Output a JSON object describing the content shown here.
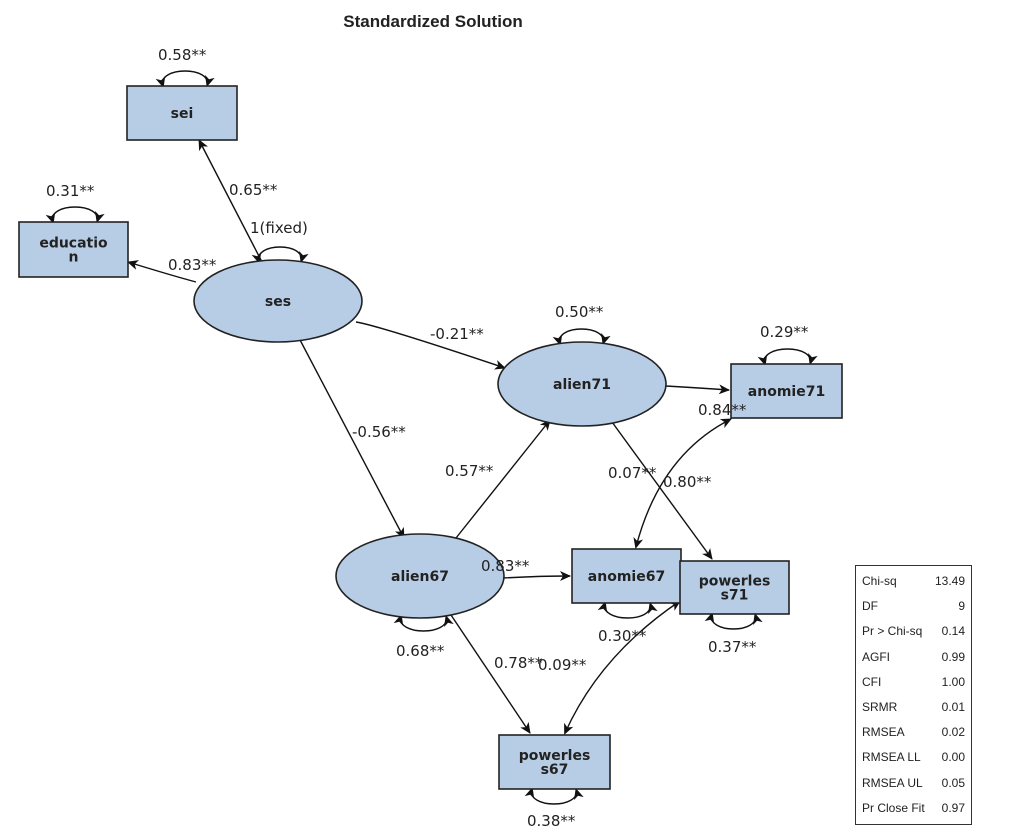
{
  "title": "Standardized Solution",
  "nodes": [
    {
      "id": "sei",
      "label": [
        "sei"
      ],
      "shape": "rect",
      "variance": "0.58**"
    },
    {
      "id": "education",
      "label": [
        "educatio",
        "n"
      ],
      "shape": "rect",
      "variance": "0.31**"
    },
    {
      "id": "ses",
      "label": [
        "ses"
      ],
      "shape": "ellipse",
      "variance": "1(fixed)"
    },
    {
      "id": "alien71",
      "label": [
        "alien71"
      ],
      "shape": "ellipse",
      "variance": "0.50**"
    },
    {
      "id": "anomie71",
      "label": [
        "anomie71"
      ],
      "shape": "rect",
      "variance": "0.29**"
    },
    {
      "id": "alien67",
      "label": [
        "alien67"
      ],
      "shape": "ellipse",
      "variance": "0.68**"
    },
    {
      "id": "anomie67",
      "label": [
        "anomie67"
      ],
      "shape": "rect",
      "variance": "0.30**"
    },
    {
      "id": "powerless71",
      "label": [
        "powerles",
        "s71"
      ],
      "shape": "rect",
      "variance": "0.37**"
    },
    {
      "id": "powerless67",
      "label": [
        "powerles",
        "s67"
      ],
      "shape": "rect",
      "variance": "0.38**"
    }
  ],
  "paths": [
    {
      "from": "ses",
      "to": "sei",
      "value": "0.65**",
      "type": "directed"
    },
    {
      "from": "ses",
      "to": "education",
      "value": "0.83**",
      "type": "directed"
    },
    {
      "from": "ses",
      "to": "alien71",
      "value": "-0.21**",
      "type": "directed"
    },
    {
      "from": "ses",
      "to": "alien67",
      "value": "-0.56**",
      "type": "directed"
    },
    {
      "from": "alien67",
      "to": "alien71",
      "value": "0.57**",
      "type": "directed"
    },
    {
      "from": "alien71",
      "to": "anomie71",
      "value": "0.84**",
      "type": "directed"
    },
    {
      "from": "alien71",
      "to": "powerless71",
      "value": "0.80**",
      "type": "directed"
    },
    {
      "from": "alien67",
      "to": "anomie67",
      "value": "0.83**",
      "type": "directed"
    },
    {
      "from": "alien67",
      "to": "powerless67",
      "value": "0.78**",
      "type": "directed"
    },
    {
      "from": "anomie67",
      "to": "anomie71",
      "value": "0.07**",
      "type": "covariance"
    },
    {
      "from": "powerless67",
      "to": "powerless71",
      "value": "0.09**",
      "type": "covariance"
    }
  ],
  "fit_statistics": [
    {
      "label": "Chi-sq",
      "value": "13.49"
    },
    {
      "label": "DF",
      "value": "9"
    },
    {
      "label": "Pr > Chi-sq",
      "value": "0.14"
    },
    {
      "label": "AGFI",
      "value": "0.99"
    },
    {
      "label": "CFI",
      "value": "1.00"
    },
    {
      "label": "SRMR",
      "value": "0.01"
    },
    {
      "label": "RMSEA",
      "value": "0.02"
    },
    {
      "label": "RMSEA LL",
      "value": "0.00"
    },
    {
      "label": "RMSEA UL",
      "value": "0.05"
    },
    {
      "label": "Pr Close Fit",
      "value": "0.97"
    }
  ],
  "colors": {
    "node_fill": "#b7cde6",
    "stroke": "#222222"
  }
}
